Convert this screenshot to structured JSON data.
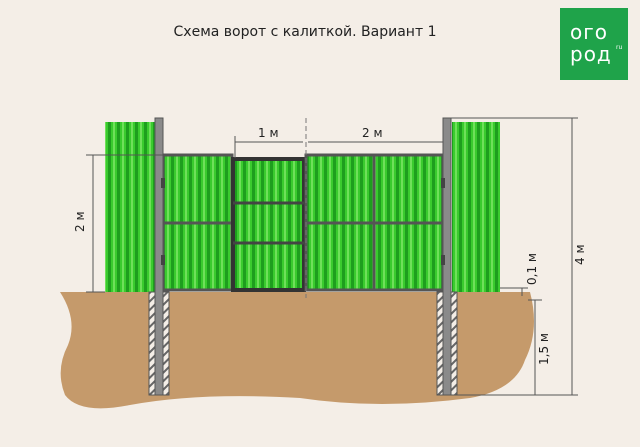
{
  "title": "Схема ворот с калиткой. Вариант 1",
  "logo": {
    "line1": "ого",
    "line2": "род",
    "suffix": "ru"
  },
  "dimensions": {
    "wicket_width": "1 м",
    "gate_leaf_width": "2 м",
    "gate_height": "2 м",
    "post_height": "4 м",
    "ground_gap": "0,1 м",
    "post_depth": "1,5 м"
  },
  "colors": {
    "background": "#f4eee7",
    "panel": "#2fc42f",
    "ground": "#c59a6b",
    "frame": "#555555",
    "logo": "#1fa34a"
  }
}
